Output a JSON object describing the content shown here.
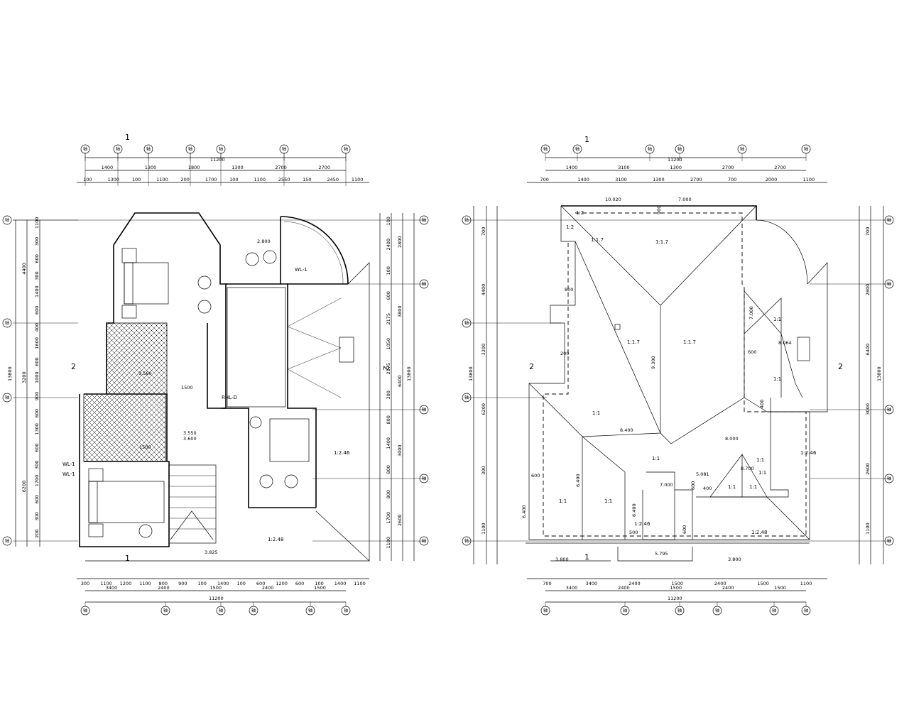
{
  "left_plan": {
    "overall_dim": "11200",
    "overall_dim_right": "13800",
    "top_dims_row1": [
      "1400",
      "1300",
      "1800",
      "1300",
      "2700",
      "2700"
    ],
    "top_dims_row2": [
      "100",
      "1300",
      "100",
      "1100",
      "200",
      "1700",
      "100",
      "1100",
      "2550",
      "150",
      "2450",
      "1100"
    ],
    "bottom_dims_row1": [
      "300",
      "1100",
      "1200",
      "1100",
      "800",
      "900",
      "100",
      "1400",
      "100",
      "600",
      "1200",
      "600",
      "100",
      "1400",
      "1100"
    ],
    "bottom_dims_row2": [
      "3400",
      "2400",
      "1500",
      "2400",
      "1500"
    ],
    "left_dims": [
      "1100",
      "300",
      "600",
      "300",
      "1400",
      "600",
      "400",
      "1600",
      "600",
      "1000",
      "900",
      "600",
      "1300",
      "600",
      "300",
      "1700",
      "600",
      "300",
      "200"
    ],
    "left_dims_major": [
      "4400",
      "3200",
      "6200"
    ],
    "right_dims": [
      "100",
      "2400",
      "100",
      "600",
      "2175",
      "1050",
      "2175",
      "300",
      "800",
      "1400",
      "800",
      "800",
      "1700",
      "1100"
    ],
    "right_dims_major": [
      "2800",
      "3800",
      "6400",
      "3000",
      "2600"
    ],
    "slope": "1:2.46",
    "slope_bottom": "1:2.48",
    "section_marks": [
      "1",
      "1",
      "2",
      "2"
    ],
    "labels": [
      "WL-1",
      "WL-1",
      "RHL-D",
      "WL-1",
      "3.600",
      "3.550",
      "3.560",
      "3.825",
      "2.800",
      "1500",
      "1500"
    ]
  },
  "right_plan": {
    "overall_dim": "11200",
    "overall_dim_right": "13800",
    "top_dims_row1": [
      "1400",
      "3100",
      "1300",
      "2700",
      "2700"
    ],
    "top_dims_row2": [
      "700",
      "1400",
      "3100",
      "1300",
      "2700",
      "700",
      "2000",
      "1100"
    ],
    "bottom_dims_row1": [
      "700",
      "3400",
      "2400",
      "1500",
      "2400",
      "1500",
      "1100"
    ],
    "bottom_dims_row2": [
      "3400",
      "2400",
      "1500",
      "2400",
      "1500"
    ],
    "left_dims": [
      "700",
      "4400",
      "3200",
      "6200",
      "300",
      "1100"
    ],
    "right_dims": [
      "700",
      "2800",
      "6400",
      "3000",
      "2600",
      "1100"
    ],
    "slopes": [
      "1:2",
      "1:2",
      "1:1.7",
      "1:1.7",
      "1:1.7",
      "1:1.7",
      "1:1",
      "1:1",
      "1:1",
      "1:1",
      "1:1",
      "1:1",
      "1:1",
      "1:1",
      "1:1",
      "1:1",
      "1:2.46",
      "1:2.46",
      "1:2.48"
    ],
    "elevations": [
      "10.020",
      "7.000",
      "8.064",
      "8.400",
      "8.000",
      "8.700",
      "7.000",
      "5.081",
      "5.795",
      "3.800",
      "3.800",
      "6.400",
      "9.300",
      "7.000",
      "6.400",
      "6.400"
    ],
    "dims_small": [
      "900",
      "800",
      "200",
      "600",
      "600",
      "400",
      "400",
      "600",
      "500",
      "600"
    ],
    "section_marks": [
      "1",
      "1",
      "2",
      "2"
    ]
  },
  "axis_bubble_label": "轴"
}
